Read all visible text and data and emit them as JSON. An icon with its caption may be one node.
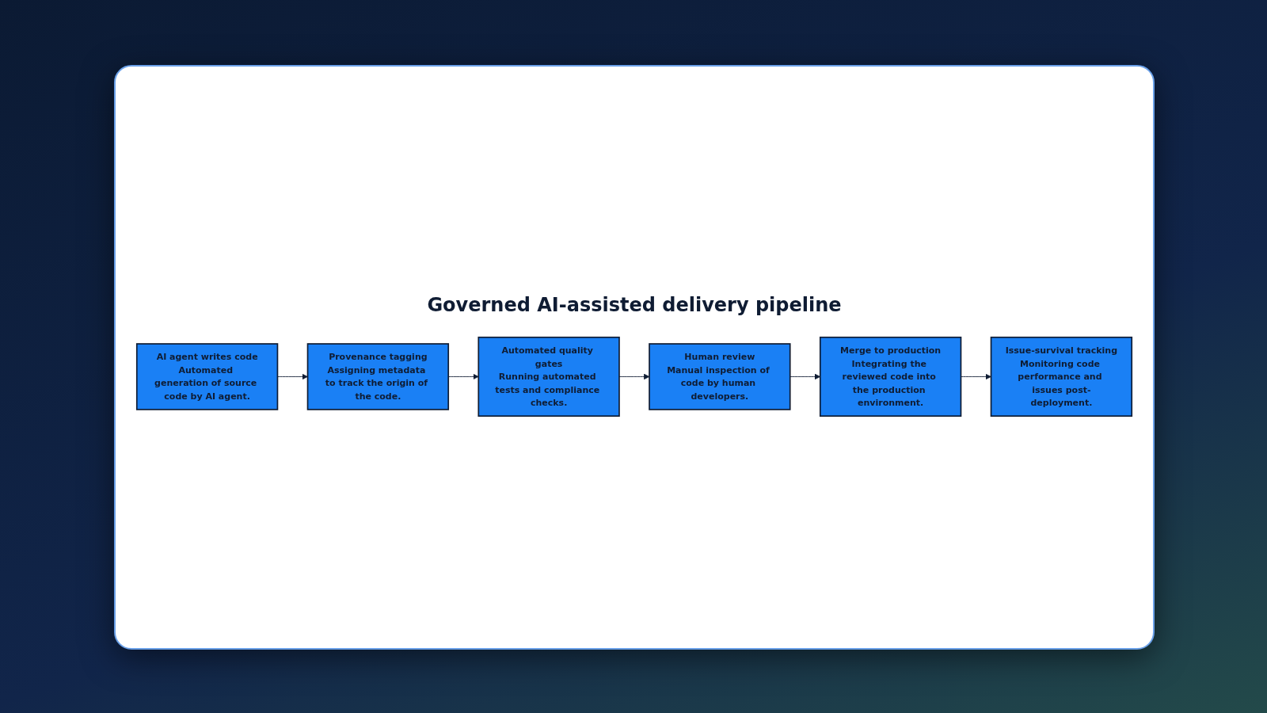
{
  "diagram": {
    "title": "Governed AI-assisted delivery pipeline",
    "nodes": [
      {
        "text": [
          "AI agent writes code",
          "Automated generation of source code by AI agent."
        ]
      },
      {
        "text": [
          "Provenance tagging",
          "Assigning metadata to track the origin of the code."
        ]
      },
      {
        "text": [
          "Automated quality gates",
          "Running automated tests and compliance checks."
        ]
      },
      {
        "text": [
          "Human review",
          "Manual inspection of code by human developers."
        ]
      },
      {
        "text": [
          "Merge to production",
          "Integrating the reviewed code into the production environment."
        ]
      },
      {
        "text": [
          "Issue-survival tracking",
          "Monitoring code performance and issues post-deployment."
        ]
      }
    ],
    "edges": [
      {
        "from": 0,
        "to": 1,
        "arrow": "to"
      },
      {
        "from": 1,
        "to": 2,
        "arrow": "to"
      },
      {
        "from": 2,
        "to": 3,
        "arrow": "to"
      },
      {
        "from": 3,
        "to": 4,
        "arrow": "to"
      },
      {
        "from": 4,
        "to": 5,
        "arrow": "to"
      }
    ]
  }
}
